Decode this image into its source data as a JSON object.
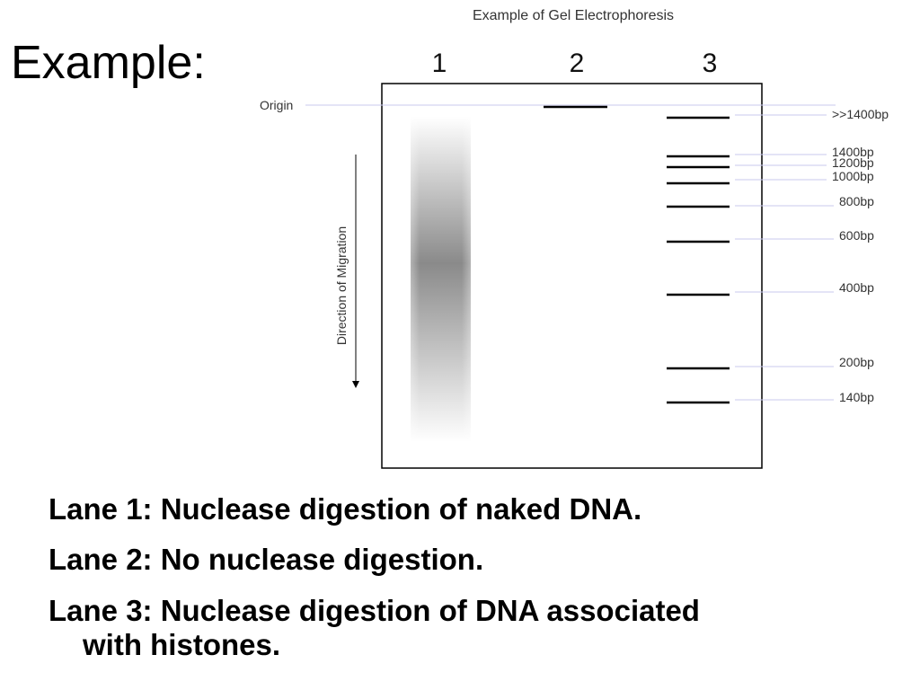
{
  "slide": {
    "title": "Example:"
  },
  "figure": {
    "title": "Example of Gel Electrophoresis",
    "lanes": [
      "1",
      "2",
      "3"
    ],
    "origin_label": "Origin",
    "direction_label": "Direction of Migration",
    "ladder_labels": [
      ">>1400bp",
      "1400bp",
      "1200bp",
      "1000bp",
      "800bp",
      "600bp",
      "400bp",
      "200bp",
      "140bp"
    ],
    "colors": {
      "band": "#000000",
      "leader_line": "#c8c8ee",
      "gel_border": "#000000",
      "smear_dark": "#8a8a8a"
    }
  },
  "captions": {
    "lane1": "Lane 1: Nuclease digestion of naked DNA.",
    "lane2": "Lane 2: No nuclease digestion.",
    "lane3_line1": "Lane 3: Nuclease digestion of DNA associated",
    "lane3_line2": "with histones."
  }
}
